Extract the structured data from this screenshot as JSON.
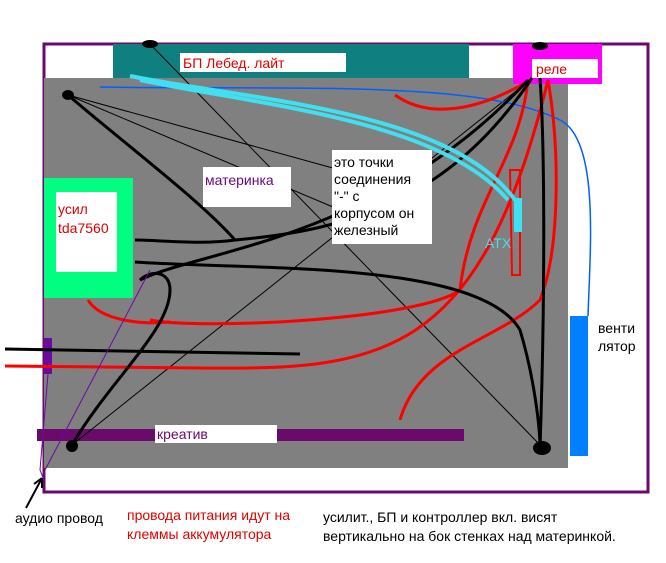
{
  "labels": {
    "psu": "БП Лебед. лайт",
    "relay": "реле",
    "motherboard": "материнка",
    "amp_line1": "усил",
    "amp_line2": "tda7560",
    "note_line1": "это точки",
    "note_line2": "соединения",
    "note_line3": "\"-\" с",
    "note_line4": "корпусом он",
    "note_line5": "железный",
    "atx": "ATX",
    "fan_line1": "венти",
    "fan_line2": "лятор",
    "creative": "креатив",
    "audio_wire": "аудио провод",
    "power_note_line1": "провода питания идут на",
    "power_note_line2": "клеммы аккумулятора",
    "mount_note_line1": "усилит., БП и контроллер вкл. висят",
    "mount_note_line2": "вертикально на бок стенках над материнкой."
  },
  "colors": {
    "board": "#808080",
    "frame": "#6a0a6a",
    "psu": "#0f7f7f",
    "relay": "#ff00ff",
    "amp": "#00ff80",
    "fan": "#0080ff",
    "wire_red": "#ff0000",
    "wire_black": "#000000",
    "wire_cyan": "#40e0f0"
  }
}
